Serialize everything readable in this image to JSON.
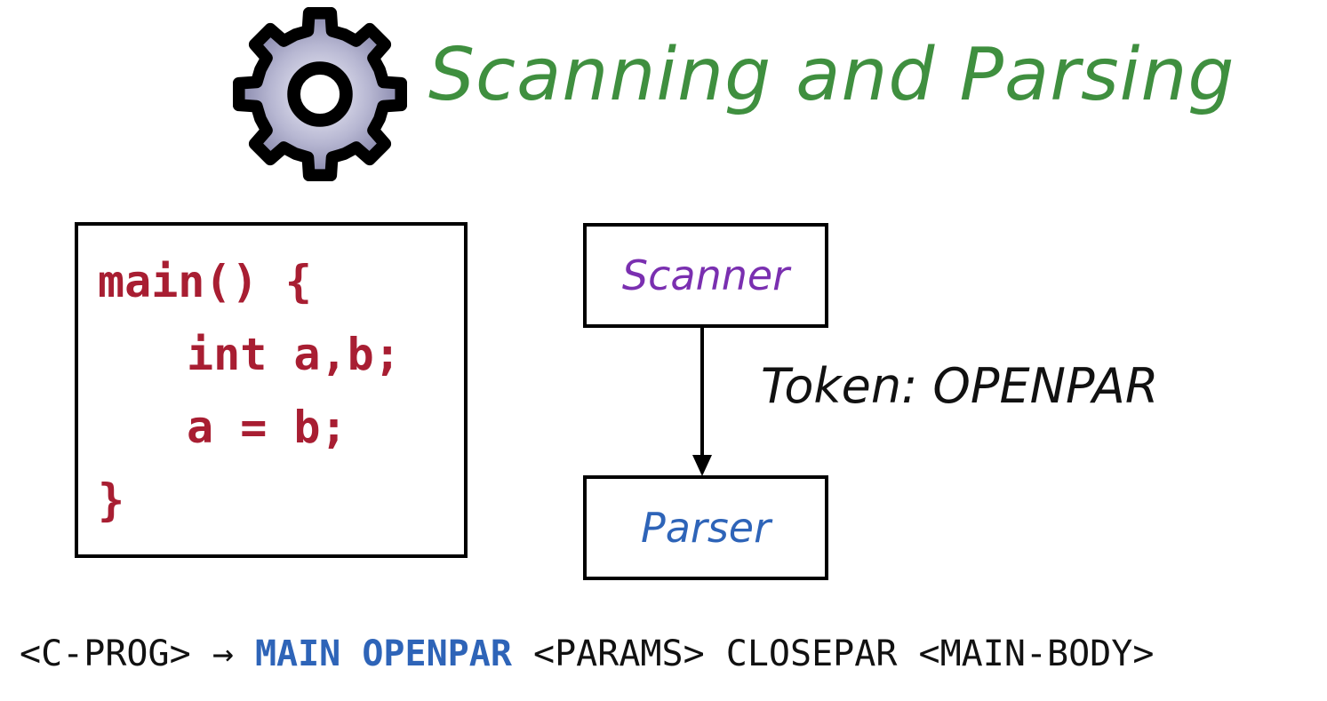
{
  "title": "Scanning and Parsing",
  "code": {
    "lines": [
      "main() {",
      "int a,b;",
      "a = b;",
      "}"
    ]
  },
  "diagram": {
    "scanner_label": "Scanner",
    "token_label": "Token: OPENPAR",
    "parser_label": "Parser"
  },
  "grammar": {
    "lhs": "<C-PROG>",
    "arrow": "→",
    "highlighted": "MAIN OPENPAR",
    "rest": "<PARAMS> CLOSEPAR <MAIN-BODY>"
  },
  "colors": {
    "title": "#3f8f3f",
    "code": "#a81e32",
    "scanner": "#7a2fb0",
    "parser": "#2e64b8",
    "highlight": "#2e64b8"
  },
  "icons": {
    "gear": "gear-icon"
  }
}
